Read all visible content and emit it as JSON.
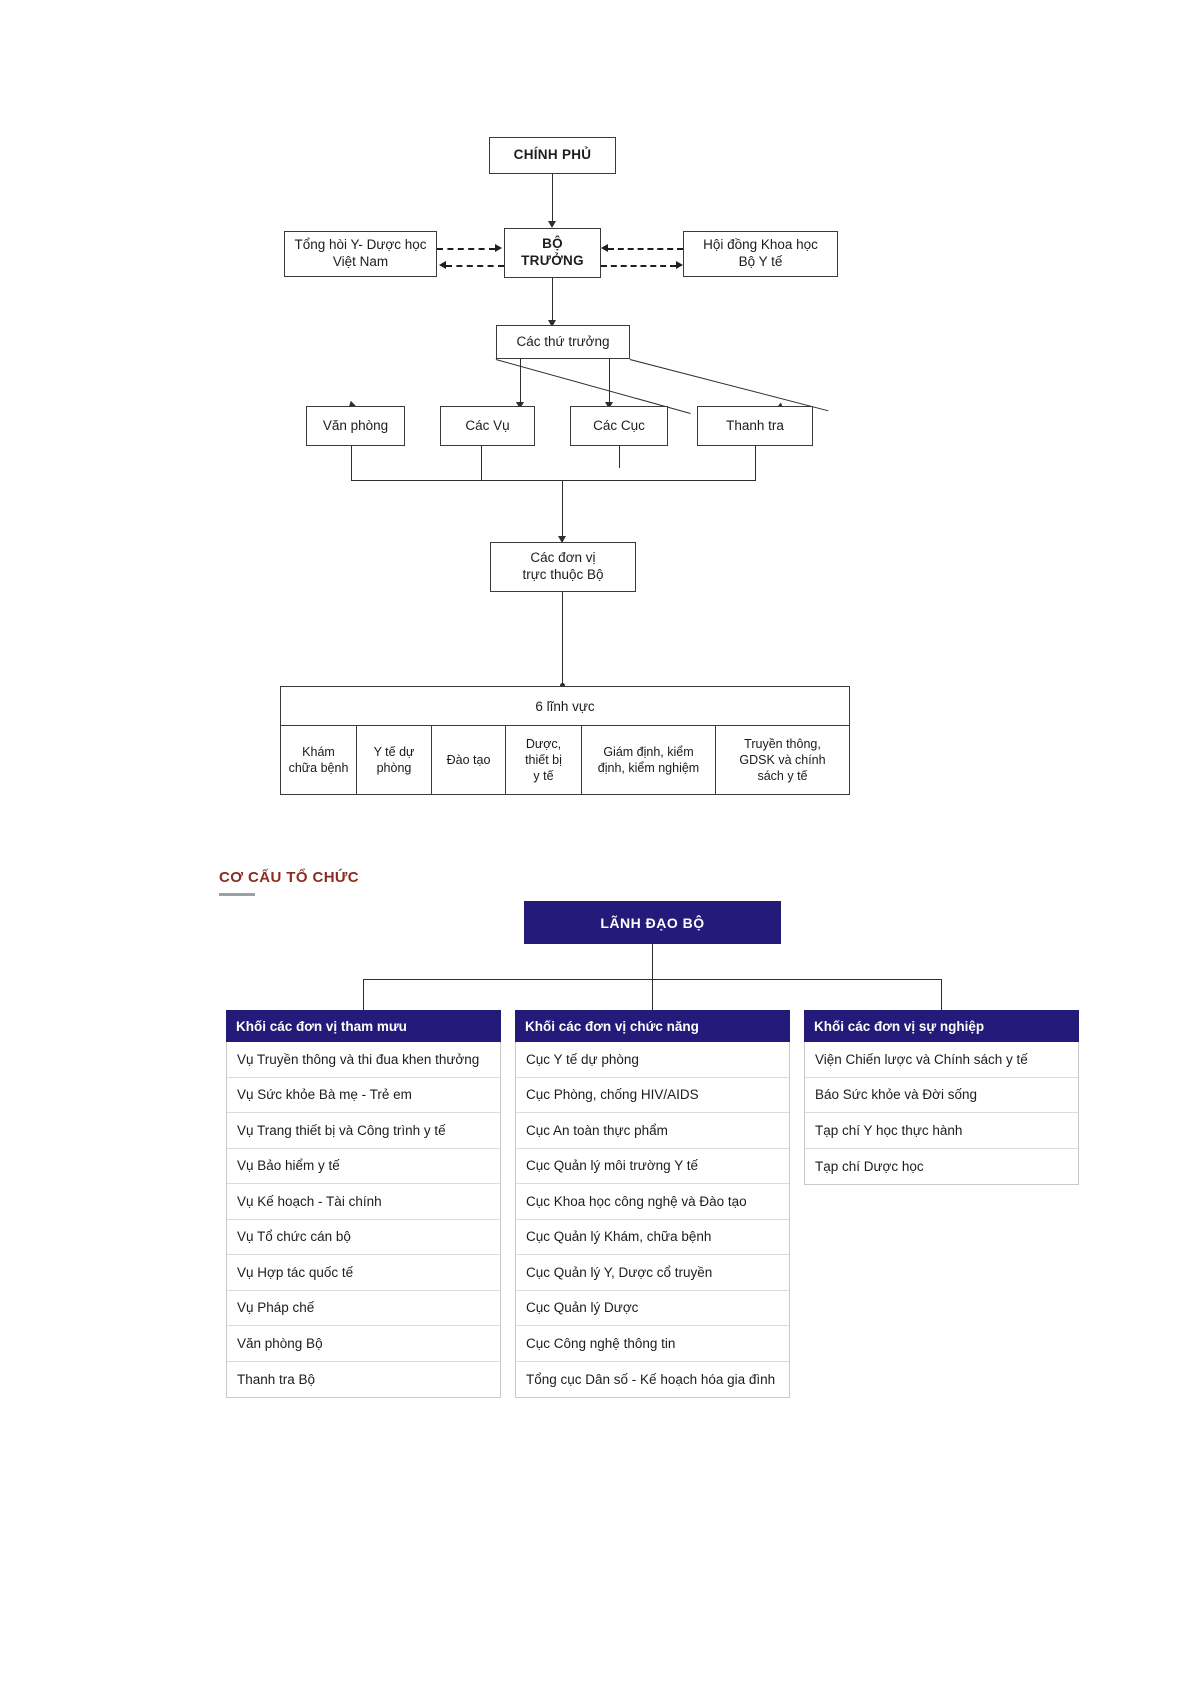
{
  "flowchart": {
    "government": "CHÍNH PHỦ",
    "minister": "BỘ\nTRƯỞNG",
    "minister_line1": "BỘ",
    "minister_line2": "TRƯỞNG",
    "left_council_line1": "Tổng hòi  Y- Dược học",
    "left_council_line2": "Việt Nam",
    "right_council_line1": "Hội đồng Khoa học",
    "right_council_line2": "Bộ Y tế",
    "vice_ministers": "Các thứ trưởng",
    "units": [
      {
        "label": "Văn phòng"
      },
      {
        "label": "Các Vụ"
      },
      {
        "label": "Các Cục"
      },
      {
        "label": "Thanh tra"
      }
    ],
    "affiliated_line1": "Các đơn vị",
    "affiliated_line2": "trực thuộc Bộ",
    "six_domains_title": "6 lĩnh vực",
    "six_domains": [
      {
        "line1": "Khám",
        "line2": "chữa bệnh",
        "line3": ""
      },
      {
        "line1": "Y tế dự",
        "line2": "phòng",
        "line3": ""
      },
      {
        "line1": "Đào tạo",
        "line2": "",
        "line3": ""
      },
      {
        "line1": "Dược,",
        "line2": "thiết bị",
        "line3": "y tế"
      },
      {
        "line1": "Giám định, kiểm",
        "line2": "định, kiểm nghiệm",
        "line3": ""
      },
      {
        "line1": "Truyền thông,",
        "line2": "GDSK và chính",
        "line3": "sách y tế"
      }
    ]
  },
  "section": {
    "title": "CƠ CẤU TỔ CHỨC",
    "leader_box": "LÃNH ĐẠO BỘ"
  },
  "columns": [
    {
      "header": "Khối các đơn vị tham mưu",
      "items": [
        "Vụ Truyền thông và thi đua khen thưởng",
        "Vụ Sức khỏe Bà mẹ - Trẻ em",
        "Vụ Trang thiết bị và Công trình y tế",
        "Vụ Bảo hiểm y tế",
        "Vụ Kế hoạch - Tài chính",
        "Vụ Tổ chức cán bộ",
        "Vụ Hợp tác quốc tế",
        "Vụ Pháp chế",
        "Văn phòng Bộ",
        "Thanh tra Bộ"
      ]
    },
    {
      "header": "Khối các đơn vị chức năng",
      "items": [
        "Cục Y tế dự phòng",
        "Cục Phòng, chống HIV/AIDS",
        "Cục An toàn thực phẩm",
        "Cục Quản lý môi trường Y tế",
        "Cục Khoa học công nghệ và Đào tạo",
        "Cục Quản lý Khám, chữa bệnh",
        "Cục Quản lý Y, Dược cổ truyền",
        "Cục Quản lý Dược",
        "Cục Công nghệ thông tin",
        "Tổng cục Dân số - Kế hoạch hóa gia đình"
      ]
    },
    {
      "header": "Khối các đơn vị sự nghiệp",
      "items": [
        "Viện Chiến lược và Chính sách y tế",
        "Báo Sức khỏe và Đời sống",
        "Tạp chí Y học thực hành",
        "Tạp chí Dược học"
      ]
    }
  ],
  "colors": {
    "header_navy": "#231a7a",
    "section_title_red": "#8c2b23",
    "line": "#2e2e2e",
    "cell_border": "#dcdcdc"
  }
}
